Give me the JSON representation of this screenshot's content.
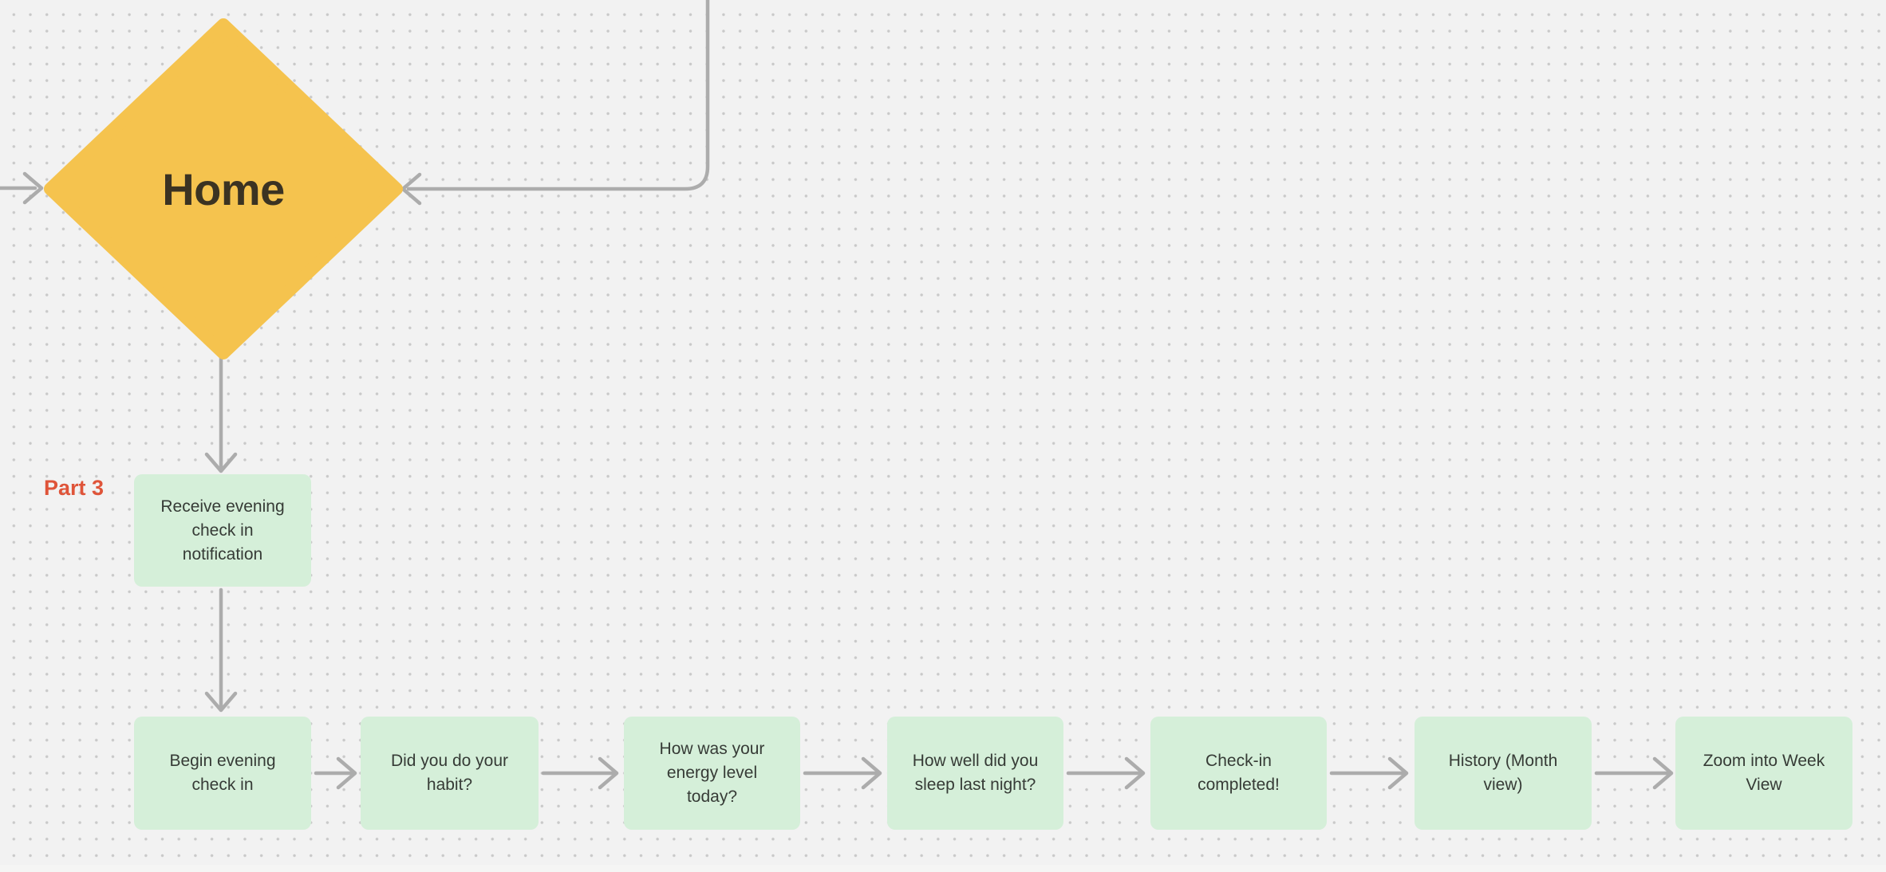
{
  "canvas": {
    "type": "whiteboard-flowchart",
    "section_label": "Part 3"
  },
  "colors": {
    "bg": "#F2F2F2",
    "dot": "#C9C9C9",
    "diamond": "#F5C34E",
    "diamond_text": "#3B3322",
    "green": "#D5EFD9",
    "green_text": "#363B36",
    "arrow": "#ACACAC",
    "section": "#DF5439",
    "strip": "#F5F5F4"
  },
  "nodes": {
    "home": {
      "label": "Home",
      "shape": "diamond"
    },
    "receive_notification": {
      "label": "Receive evening\ncheck in\nnotification",
      "shape": "rectangle"
    },
    "begin_checkin": {
      "label": "Begin evening\ncheck in",
      "shape": "rectangle"
    },
    "did_habit": {
      "label": "Did you do your\nhabit?",
      "shape": "rectangle"
    },
    "energy_level": {
      "label": "How was your\nenergy level\ntoday?",
      "shape": "rectangle"
    },
    "sleep_quality": {
      "label": "How well did you\nsleep last night?",
      "shape": "rectangle"
    },
    "checkin_completed": {
      "label": "Check-in\ncompleted!",
      "shape": "rectangle"
    },
    "history_month": {
      "label": "History (Month\nview)",
      "shape": "rectangle"
    },
    "zoom_week": {
      "label": "Zoom into Week\nView",
      "shape": "rectangle"
    }
  }
}
